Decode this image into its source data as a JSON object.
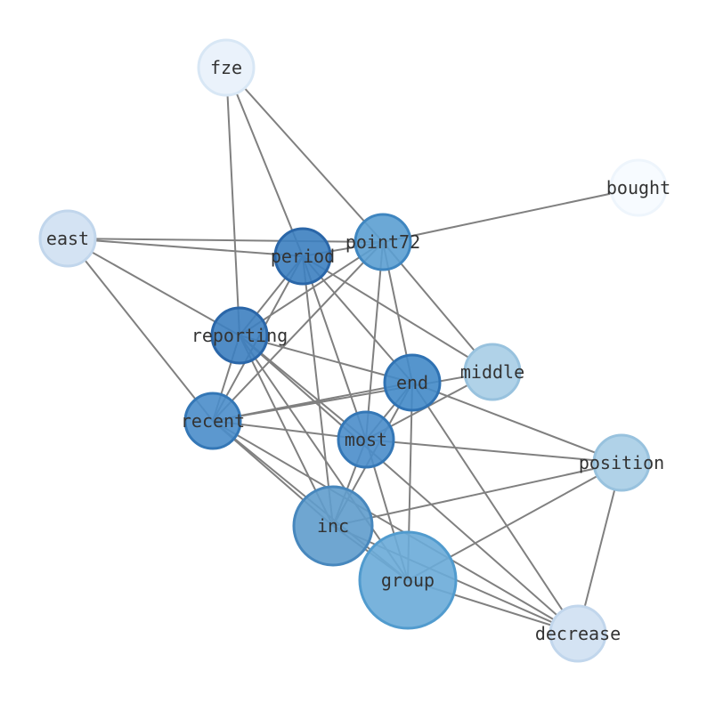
{
  "nodes": [
    {
      "id": "fze",
      "label": "fze",
      "fill": "#eaf2fb",
      "stroke": "#d8e7f5",
      "opacity": 1
    },
    {
      "id": "bought",
      "label": "bought",
      "fill": "#f7fbff",
      "stroke": "#eef5fc",
      "opacity": 1
    },
    {
      "id": "east",
      "label": "east",
      "fill": "#d4e3f3",
      "stroke": "#c1d6ec",
      "opacity": 1
    },
    {
      "id": "point72",
      "label": "point72",
      "fill": "#5b9fd2",
      "stroke": "#3f86c0",
      "opacity": 0.9
    },
    {
      "id": "period",
      "label": "period",
      "fill": "#3c7fc0",
      "stroke": "#2a66a8",
      "opacity": 0.9
    },
    {
      "id": "reporting",
      "label": "reporting",
      "fill": "#3d7fc0",
      "stroke": "#2a66a8",
      "opacity": 0.9
    },
    {
      "id": "middle",
      "label": "middle",
      "fill": "#b0d2e8",
      "stroke": "#98c2de",
      "opacity": 1
    },
    {
      "id": "end",
      "label": "end",
      "fill": "#4289c8",
      "stroke": "#2f72b3",
      "opacity": 0.9
    },
    {
      "id": "recent",
      "label": "recent",
      "fill": "#4a8dca",
      "stroke": "#3477b6",
      "opacity": 0.9
    },
    {
      "id": "most",
      "label": "most",
      "fill": "#4a8dca",
      "stroke": "#3477b6",
      "opacity": 0.9
    },
    {
      "id": "position",
      "label": "position",
      "fill": "#b0d2e8",
      "stroke": "#98c2de",
      "opacity": 1
    },
    {
      "id": "inc",
      "label": "inc",
      "fill": "#5f9ccc",
      "stroke": "#4787bd",
      "opacity": 0.9
    },
    {
      "id": "group",
      "label": "group",
      "fill": "#6aabd8",
      "stroke": "#519bce",
      "opacity": 0.9
    },
    {
      "id": "decrease",
      "label": "decrease",
      "fill": "#d4e3f3",
      "stroke": "#c1d6ec",
      "opacity": 1
    }
  ],
  "edges": [
    [
      "fze",
      "period"
    ],
    [
      "fze",
      "point72"
    ],
    [
      "fze",
      "reporting"
    ],
    [
      "east",
      "period"
    ],
    [
      "east",
      "point72"
    ],
    [
      "east",
      "reporting"
    ],
    [
      "east",
      "recent"
    ],
    [
      "point72",
      "bought"
    ],
    [
      "point72",
      "period"
    ],
    [
      "point72",
      "reporting"
    ],
    [
      "point72",
      "middle"
    ],
    [
      "point72",
      "end"
    ],
    [
      "point72",
      "recent"
    ],
    [
      "point72",
      "most"
    ],
    [
      "period",
      "reporting"
    ],
    [
      "period",
      "recent"
    ],
    [
      "period",
      "middle"
    ],
    [
      "period",
      "end"
    ],
    [
      "period",
      "most"
    ],
    [
      "period",
      "inc"
    ],
    [
      "reporting",
      "recent"
    ],
    [
      "reporting",
      "end"
    ],
    [
      "reporting",
      "most"
    ],
    [
      "reporting",
      "inc"
    ],
    [
      "reporting",
      "group"
    ],
    [
      "reporting",
      "decrease"
    ],
    [
      "end",
      "recent"
    ],
    [
      "end",
      "most"
    ],
    [
      "end",
      "position"
    ],
    [
      "end",
      "inc"
    ],
    [
      "end",
      "group"
    ],
    [
      "end",
      "decrease"
    ],
    [
      "middle",
      "recent"
    ],
    [
      "middle",
      "most"
    ],
    [
      "recent",
      "most"
    ],
    [
      "recent",
      "inc"
    ],
    [
      "recent",
      "group"
    ],
    [
      "recent",
      "decrease"
    ],
    [
      "most",
      "position"
    ],
    [
      "most",
      "inc"
    ],
    [
      "most",
      "group"
    ],
    [
      "position",
      "inc"
    ],
    [
      "position",
      "group"
    ],
    [
      "position",
      "decrease"
    ],
    [
      "inc",
      "group"
    ],
    [
      "inc",
      "decrease"
    ],
    [
      "group",
      "decrease"
    ]
  ]
}
